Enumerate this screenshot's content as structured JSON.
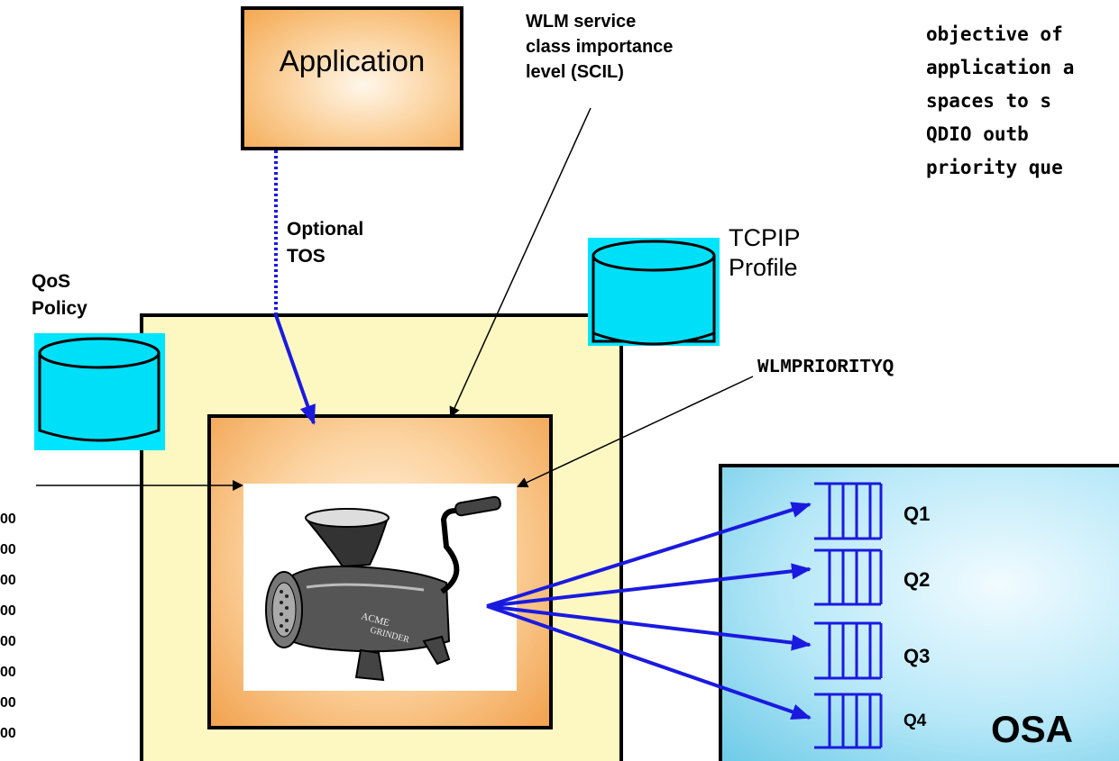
{
  "application": {
    "label": "Application"
  },
  "wlm_label": {
    "line1": "WLM service",
    "line2": "class importance",
    "line3": "level (SCIL)"
  },
  "optional_tos": {
    "line1": "Optional",
    "line2": "TOS"
  },
  "tcpip_profile": {
    "line1": "TCPIP",
    "line2": "Profile"
  },
  "qos_policy": {
    "line1": "QoS",
    "line2": "Policy"
  },
  "wlmpriorityq": "WLMPRIORITYQ",
  "note": {
    "line1": "objective of",
    "line2": "application a",
    "line3": "spaces to s",
    "line4": "QDIO outb",
    "line5": "priority que"
  },
  "queues": [
    {
      "label": "Q1"
    },
    {
      "label": "Q2"
    },
    {
      "label": "Q3"
    },
    {
      "label": "Q4"
    }
  ],
  "osa": {
    "label": "OSA"
  },
  "left_values": [
    "00",
    "00",
    "00",
    "00",
    "00",
    "00",
    "00",
    "00"
  ],
  "colors": {
    "arrow_blue": "#1a1adf",
    "database_cyan": "#00e5ff",
    "queue_blue": "#1a1adf"
  },
  "icons": {
    "grinder": "meat-grinder-illustration",
    "database": "database-cylinder-icon",
    "queue": "queue-buffer-icon"
  }
}
